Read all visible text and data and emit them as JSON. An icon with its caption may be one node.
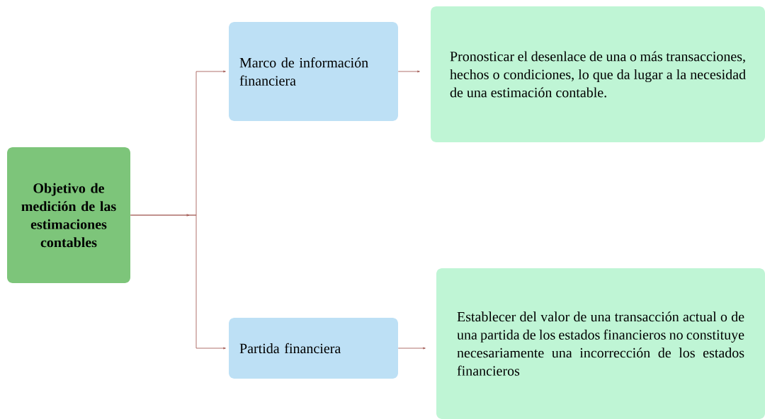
{
  "diagram": {
    "nodes": [
      {
        "text": [
          "Objetivo de medición de las estimaciones contables"
        ]
      },
      {
        "text": [
          "Marco de información financiera"
        ]
      },
      {
        "text": [
          "Partida financiera"
        ]
      },
      {
        "text": [
          "Pronosticar el desenlace de una o más transacciones, hechos o condiciones, lo que da lugar a la necesidad de una estimación contable."
        ]
      },
      {
        "text": [
          "Establecer del valor de una transacción actual o de una partida de los estados financieros no constituye necesariamente una incorrección de los estados financieros"
        ]
      }
    ],
    "edges": [
      {
        "from": 0,
        "to": 1,
        "arrow": "to"
      },
      {
        "from": 0,
        "to": 2,
        "arrow": "to"
      },
      {
        "from": 1,
        "to": 3,
        "arrow": "to"
      },
      {
        "from": 2,
        "to": 4,
        "arrow": "to"
      }
    ]
  }
}
